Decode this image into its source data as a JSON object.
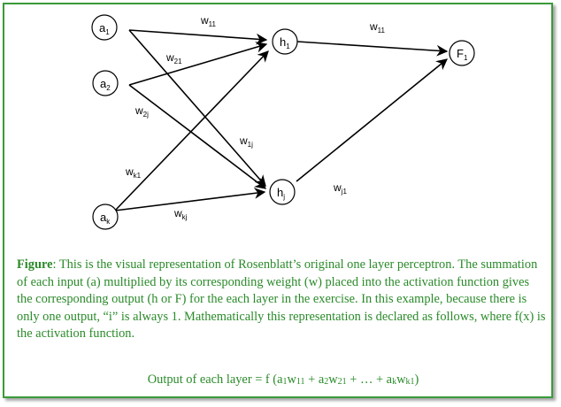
{
  "diagram": {
    "nodes": {
      "a1": {
        "letter": "a",
        "sub": "1"
      },
      "a2": {
        "letter": "a",
        "sub": "2"
      },
      "ak": {
        "letter": "a",
        "sub": "k"
      },
      "h1": {
        "letter": "h",
        "sub": "1"
      },
      "hj": {
        "letter": "h",
        "sub": "j"
      },
      "F1": {
        "letter": "F",
        "sub": "1"
      }
    },
    "weights": {
      "w11_top": {
        "letter": "w",
        "sub": "11"
      },
      "w21": {
        "letter": "w",
        "sub": "21"
      },
      "w2j": {
        "letter": "w",
        "sub": "2j"
      },
      "w1j": {
        "letter": "w",
        "sub": "1j"
      },
      "wk1": {
        "letter": "w",
        "sub": "k1"
      },
      "wkj": {
        "letter": "w",
        "sub": "kj"
      },
      "w11_out": {
        "letter": "w",
        "sub": "11"
      },
      "wj1": {
        "letter": "w",
        "sub": "j1"
      }
    }
  },
  "caption": {
    "label": "Figure",
    "text": ": This is the visual representation of Rosenblatt’s original one layer perceptron. The summation of each input (a) multiplied by its corresponding weight (w) placed into the activation function gives the corresponding output (h or F) for the each layer in the exercise. In this example, because there is only one output, “i” is always 1. Mathematically this representation is declared as follows, where f(x) is the activation function."
  },
  "formula": {
    "prefix": "Output of each layer = f (a",
    "s1": "1",
    "t1": "w",
    "s2": "11",
    "t2": " + a",
    "s3": "2",
    "t3": "w",
    "s4": "21",
    "t4": " + … + a",
    "s5": "k",
    "t5": "w",
    "s6": "k1",
    "suffix": ")"
  }
}
